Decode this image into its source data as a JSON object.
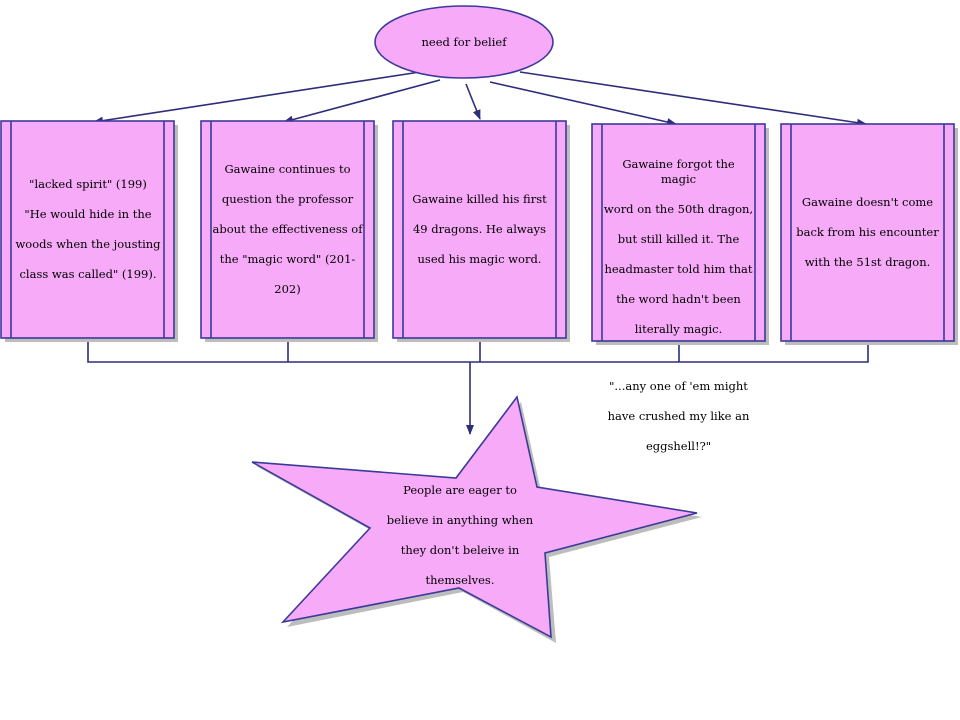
{
  "colors": {
    "fill": "#f7aaf7",
    "stroke": "#3a3a9a",
    "connector": "#2d2d7a",
    "shadow": "#bdbdbd"
  },
  "root": {
    "label": "need for belief"
  },
  "boxes": [
    {
      "lines": [
        "\"lacked spirit\" (199)",
        "\"He would hide in the",
        "woods when the jousting",
        "class was called\" (199)."
      ]
    },
    {
      "lines": [
        "Gawaine continues to",
        "question the professor",
        "about the effectiveness of",
        "the \"magic word\" (201-",
        "202)"
      ]
    },
    {
      "lines": [
        "Gawaine killed his first",
        "49 dragons.  He always",
        "used his magic word."
      ]
    },
    {
      "lines": [
        "Gawaine forgot the magic",
        "word on the 50th dragon,",
        "but still killed it.  The",
        "headmaster told him that",
        "the word hadn't been",
        "literally magic.",
        "",
        "\"...any one of 'em might",
        "have crushed my like an",
        "eggshell!?\""
      ]
    },
    {
      "lines": [
        "Gawaine doesn't come",
        "back from his encounter",
        "with the 51st dragon."
      ]
    }
  ],
  "conclusion": {
    "lines": [
      "People are eager to",
      "believe in anything when",
      "they don't beleive in",
      "themselves."
    ]
  }
}
